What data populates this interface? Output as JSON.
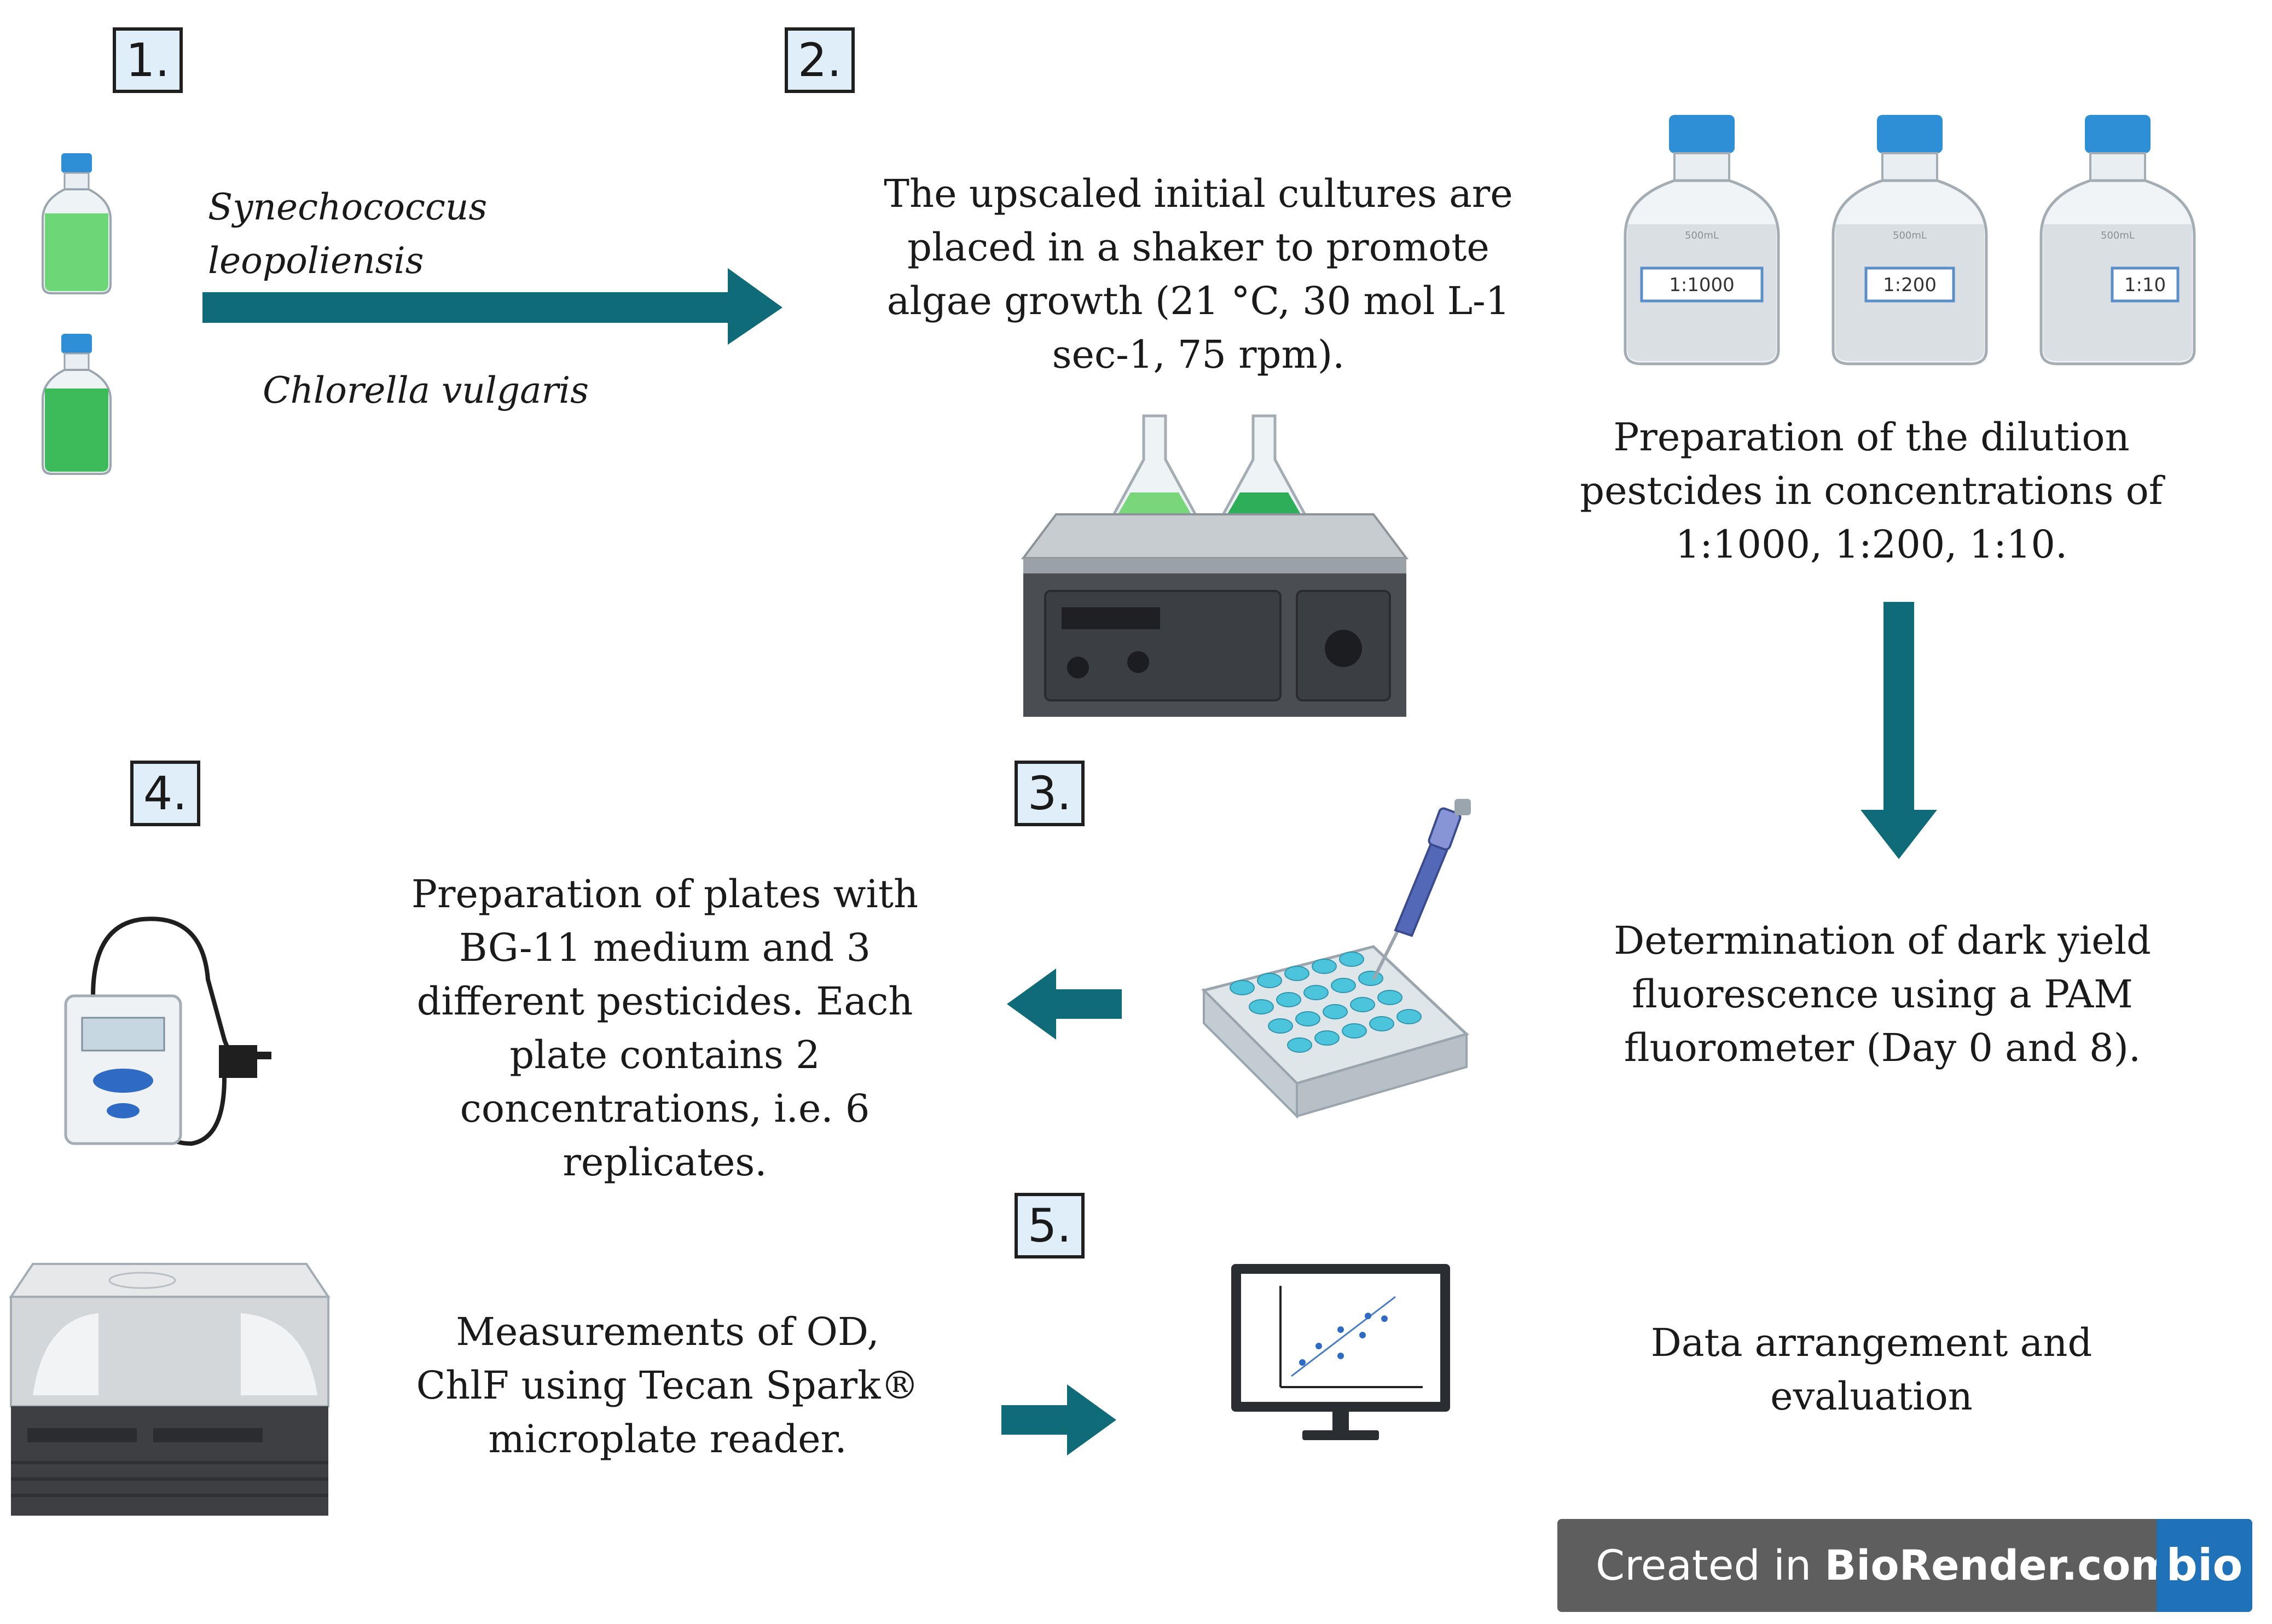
{
  "steps": [
    "1.",
    "2.",
    "3.",
    "4.",
    "5."
  ],
  "organisms": [
    "Synechococcus leopoliensis",
    "Chlorella vulgaris"
  ],
  "step2_text": "The upscaled initial cultures are placed in a shaker to promote algae growth (21 °C, 30 mol L-1 sec-1, 75 rpm).",
  "dilution_text": "Preparation of the dilution pestcides in concentrations of 1:1000, 1:200, 1:10.",
  "bottle_labels": [
    "1:1000",
    "1:200",
    "1:10"
  ],
  "bottle_volume_mark": "500mL",
  "fluorometer_text": "Determination of dark yield fluorescence using a PAM fluorometer (Day 0 and 8).",
  "plates_text": "Preparation of plates with BG-11 medium and 3 different pesticides. Each plate contains 2 concentrations, i.e. 6 replicates.",
  "reader_text": "Measurements of OD, ChlF using  Tecan Spark® microplate reader.",
  "data_text": "Data arrangement and evaluation",
  "badge": {
    "prefix": "Created in ",
    "brand": "BioRender.com",
    "logo": "bio"
  },
  "colors": {
    "arrow": "#0f6b78",
    "step_fill": "#dfeef8",
    "culture_green": "#5fcf6a",
    "well_blue": "#4cc4dc"
  }
}
